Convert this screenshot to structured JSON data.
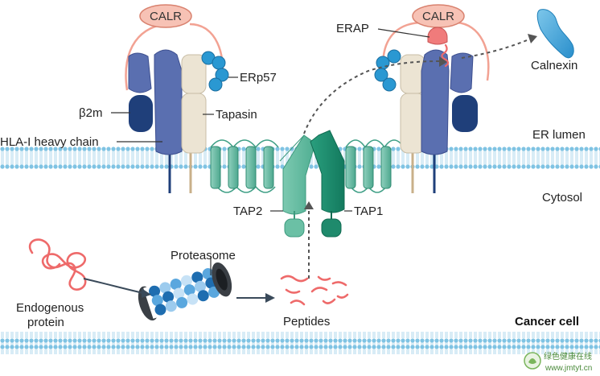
{
  "labels": {
    "calr_left": "CALR",
    "calr_right": "CALR",
    "erap": "ERAP",
    "calnexin": "Calnexin",
    "erp57": "ERp57",
    "b2m": "β2m",
    "tapasin": "Tapasin",
    "hla": "HLA-I heavy chain",
    "er_lumen": "ER lumen",
    "cytosol": "Cytosol",
    "tap2": "TAP2",
    "tap1": "TAP1",
    "proteasome": "Proteasome",
    "endogenous_line1": "Endogenous",
    "endogenous_line2": "protein",
    "peptides": "Peptides",
    "cancer_cell": "Cancer cell"
  },
  "watermark": {
    "line1": "绿色健康在线",
    "line2": "www.jmtyt.cn"
  },
  "colors": {
    "membrane": "#7fc3e3",
    "hla": "#5a6fb0",
    "b2m": "#1f3f7a",
    "tapasin": "#ece4d3",
    "erp57": "#2a98d2",
    "calr": "#f7b8a8",
    "tap_light": "#5fb8a0",
    "tap_dark": "#1f8a6c",
    "peptide": "#ee6a6a",
    "calnexin": "#3aa0d8"
  }
}
